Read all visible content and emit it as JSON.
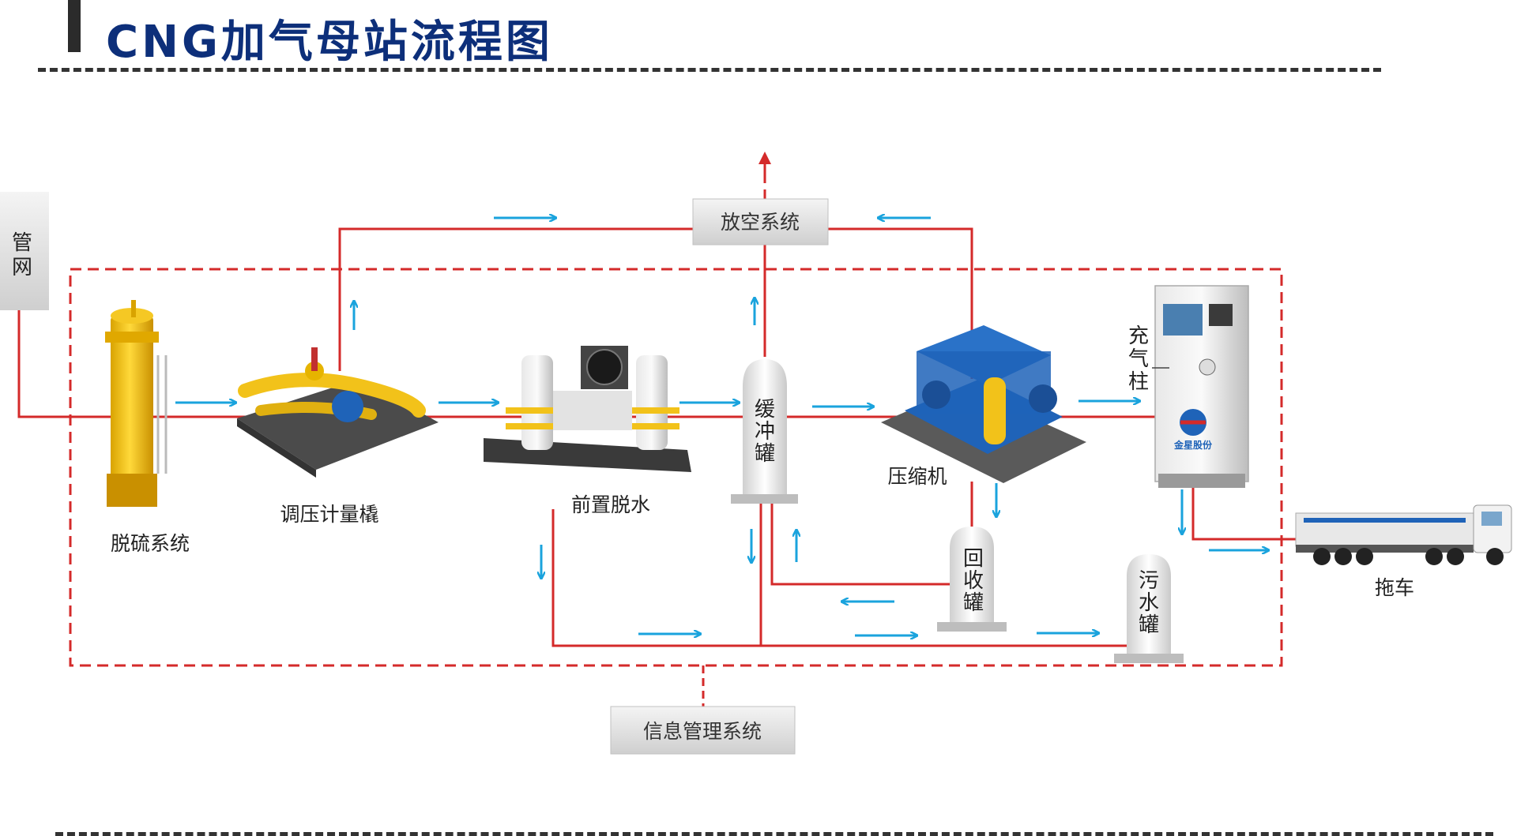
{
  "title": "CNG加气母站流程图",
  "nodes": {
    "pipe_network": "管网",
    "desulfurization": "脱硫系统",
    "metering_skid": "调压计量橇",
    "pre_dehydration": "前置脱水",
    "buffer_tank": [
      "缓",
      "冲",
      "罐"
    ],
    "compressor": "压缩机",
    "dispenser": [
      "充",
      "气",
      "柱"
    ],
    "trailer": "拖车",
    "vent_system": "放空系统",
    "recovery_tank": [
      "回",
      "收",
      "罐"
    ],
    "wastewater_tank": [
      "污",
      "水",
      "罐"
    ],
    "info_system": "信息管理系统"
  },
  "colors": {
    "title": "#0d2f7a",
    "gas_line": "#d42a2a",
    "flow_arrow": "#1aa3dd",
    "boundary": "#d42a2a",
    "equipment_yellow": "#f2c21a",
    "compressor_blue": "#1f63b8"
  },
  "icons": {
    "flow_arrow": "arrow-icon",
    "vent_arrow": "up-arrow-icon"
  }
}
